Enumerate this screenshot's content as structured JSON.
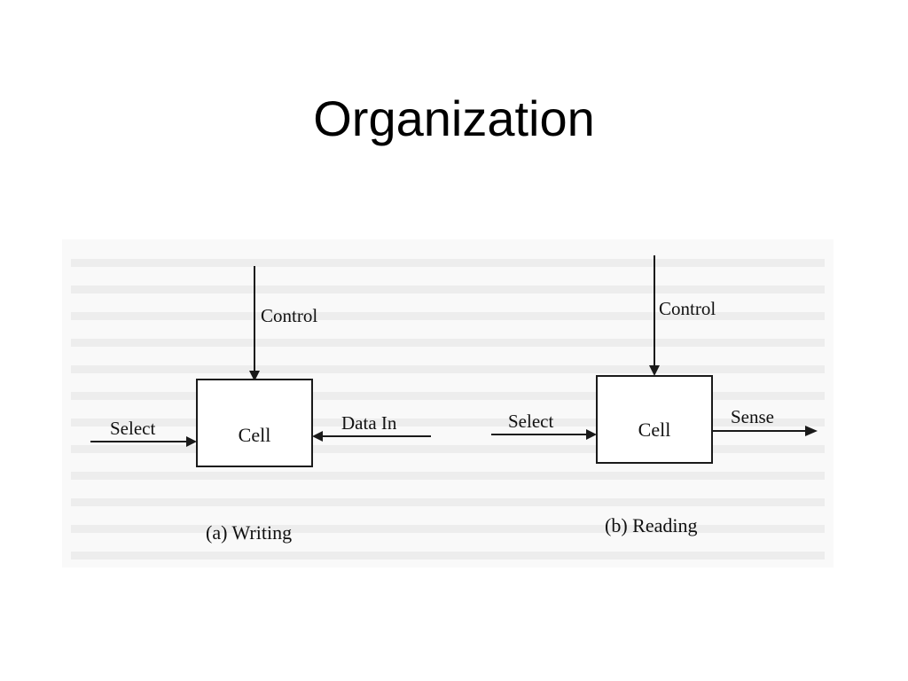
{
  "slide": {
    "title": "Organization"
  },
  "diagram": {
    "writing": {
      "control_label": "Control",
      "select_label": "Select",
      "cell_label": "Cell",
      "data_in_label": "Data In",
      "caption": "(a) Writing"
    },
    "reading": {
      "control_label": "Control",
      "select_label": "Select",
      "cell_label": "Cell",
      "sense_label": "Sense",
      "caption": "(b) Reading"
    }
  },
  "colors": {
    "background": "#ffffff",
    "ink": "#1a1a1a"
  }
}
